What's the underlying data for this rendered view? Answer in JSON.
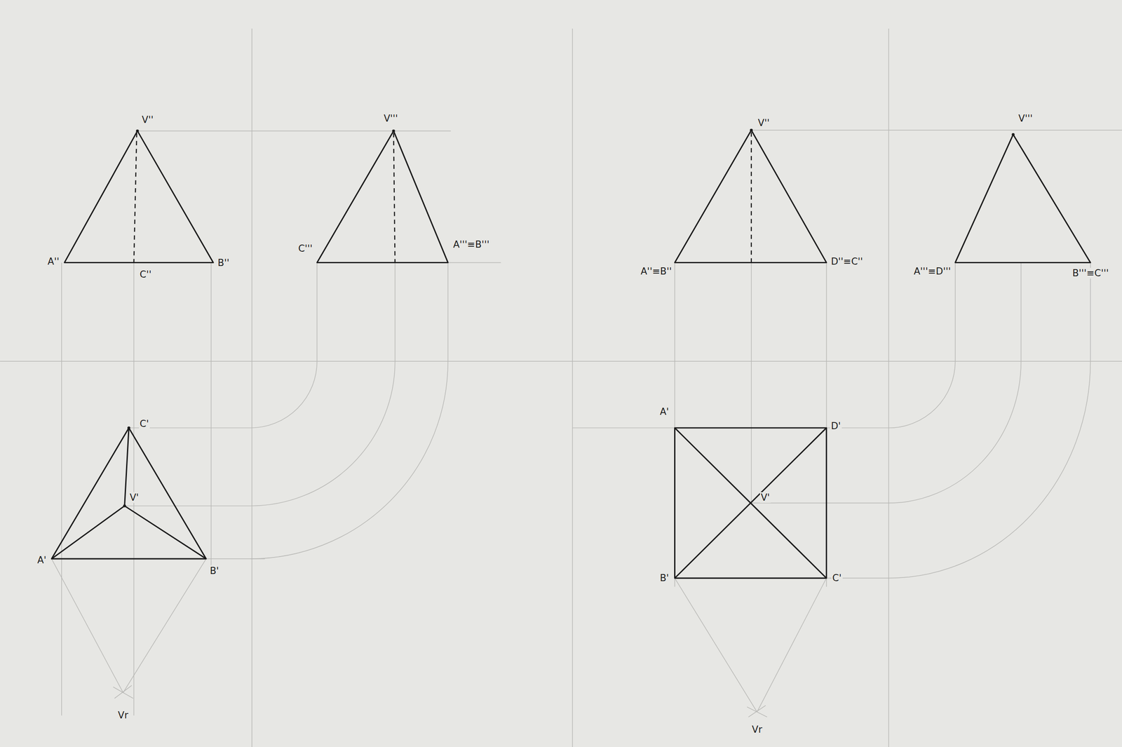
{
  "diagram": {
    "labels": [
      "V''",
      "A''",
      "C''",
      "B''",
      "C'''",
      "V'''",
      "A'''≡B'''",
      "C'",
      "V'",
      "A'",
      "B'",
      "Vr",
      "V''",
      "A''≡B''",
      "D''≡C''",
      "V'''",
      "A'''≡D'''",
      "B'''≡C'''",
      "A'",
      "D'",
      "V'",
      "B'",
      "C'",
      "Vr"
    ]
  }
}
